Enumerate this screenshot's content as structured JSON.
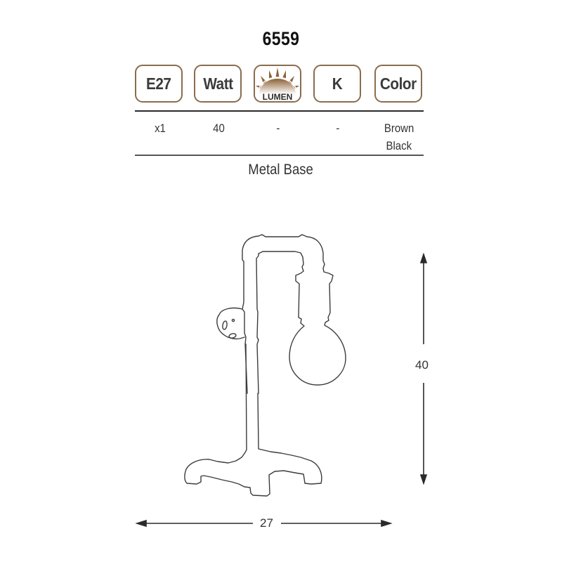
{
  "product": {
    "model_number": "6559",
    "base_material": "Metal Base"
  },
  "spec_headers": [
    {
      "id": "socket",
      "label": "E27",
      "icon": "text-box"
    },
    {
      "id": "watt",
      "label": "Watt",
      "icon": "text-box"
    },
    {
      "id": "lumen",
      "label": "LUMEN",
      "icon": "sun-rays-icon"
    },
    {
      "id": "kelvin",
      "label": "K",
      "icon": "text-box"
    },
    {
      "id": "color",
      "label": "Color",
      "icon": "text-box"
    }
  ],
  "spec_values": {
    "socket": "x1",
    "watt": "40",
    "lumen": "-",
    "kelvin": "-",
    "color_line1": "Brown",
    "color_line2": "Black"
  },
  "dimensions": {
    "height": "40",
    "width": "27"
  },
  "colors": {
    "box_border": "#8a6d4e",
    "lumen_brown": "#8b6136",
    "rule": "#2a2a2a"
  }
}
